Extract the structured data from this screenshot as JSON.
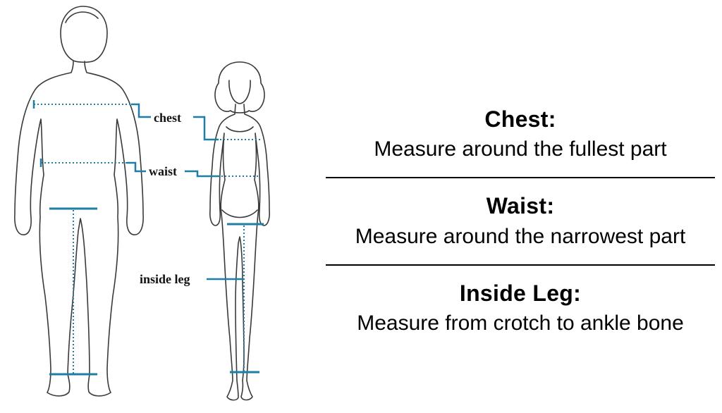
{
  "diagram": {
    "line_color": "#1f7ea3",
    "outline_color": "#3a3a3a",
    "labels": {
      "chest": "chest",
      "waist": "waist",
      "inside_leg": "inside leg"
    }
  },
  "instructions": [
    {
      "title": "Chest:",
      "description": "Measure around the fullest part"
    },
    {
      "title": "Waist:",
      "description": "Measure around the narrowest part"
    },
    {
      "title": "Inside Leg:",
      "description": "Measure from crotch to ankle bone"
    }
  ]
}
